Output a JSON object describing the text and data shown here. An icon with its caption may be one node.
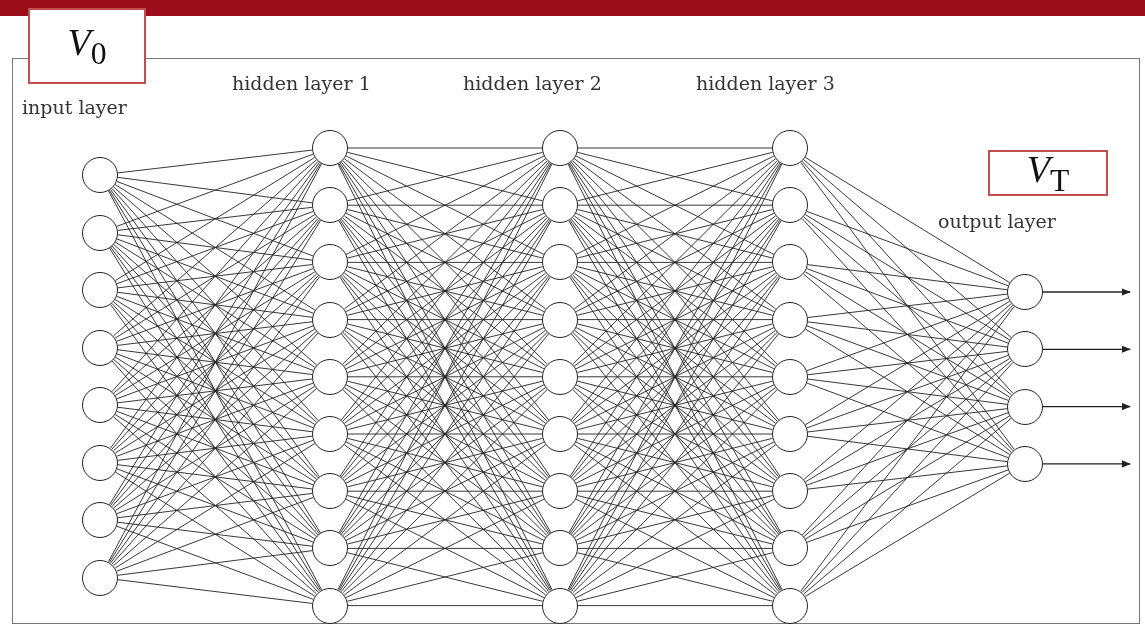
{
  "diagram": {
    "nodes": [
      {
        "text": [
          "*V*$_{0}$"
        ]
      },
      {
        "text": [
          "*V*$_{T}$"
        ]
      },
      {
        "text": [],
        "shape": "circle"
      },
      {
        "text": [],
        "shape": "circle"
      },
      {
        "text": [],
        "shape": "circle"
      },
      {
        "text": [],
        "shape": "circle"
      },
      {
        "text": [],
        "shape": "circle"
      },
      {
        "text": [],
        "shape": "circle"
      },
      {
        "text": [],
        "shape": "circle"
      },
      {
        "text": [],
        "shape": "circle"
      },
      {
        "text": [],
        "shape": "circle"
      },
      {
        "text": [],
        "shape": "circle"
      },
      {
        "text": [],
        "shape": "circle"
      },
      {
        "text": [],
        "shape": "circle"
      },
      {
        "text": [],
        "shape": "circle"
      },
      {
        "text": [],
        "shape": "circle"
      },
      {
        "text": [],
        "shape": "circle"
      },
      {
        "text": [],
        "shape": "circle"
      },
      {
        "text": [],
        "shape": "circle"
      },
      {
        "text": [],
        "shape": "circle"
      },
      {
        "text": [],
        "shape": "circle"
      },
      {
        "text": [],
        "shape": "circle"
      },
      {
        "text": [],
        "shape": "circle"
      },
      {
        "text": [],
        "shape": "circle"
      },
      {
        "text": [],
        "shape": "circle"
      },
      {
        "text": [],
        "shape": "circle"
      },
      {
        "text": [],
        "shape": "circle"
      },
      {
        "text": [],
        "shape": "circle"
      },
      {
        "text": [],
        "shape": "circle"
      },
      {
        "text": [],
        "shape": "circle"
      },
      {
        "text": [],
        "shape": "circle"
      },
      {
        "text": [],
        "shape": "circle"
      },
      {
        "text": [],
        "shape": "circle"
      },
      {
        "text": [],
        "shape": "circle"
      },
      {
        "text": [],
        "shape": "circle"
      },
      {
        "text": [],
        "shape": "circle"
      },
      {
        "text": [],
        "shape": "circle"
      },
      {
        "text": [],
        "shape": "circle"
      },
      {
        "text": [],
        "shape": "circle"
      },
      {
        "text": [],
        "shape": "circle"
      },
      {
        "text": [],
        "shape": "circle"
      }
    ],
    "edges": [
      {
        "from": 2,
        "to": 10,
        "arrow": "none"
      },
      {
        "from": 2,
        "to": 11,
        "arrow": "none"
      },
      {
        "from": 2,
        "to": 12,
        "arrow": "none"
      },
      {
        "from": 2,
        "to": 13,
        "arrow": "none"
      },
      {
        "from": 2,
        "to": 14,
        "arrow": "none"
      },
      {
        "from": 2,
        "to": 15,
        "arrow": "none"
      },
      {
        "from": 2,
        "to": 16,
        "arrow": "none"
      },
      {
        "from": 2,
        "to": 17,
        "arrow": "none"
      },
      {
        "from": 2,
        "to": 18,
        "arrow": "none"
      },
      {
        "from": 3,
        "to": 10,
        "arrow": "none"
      },
      {
        "from": 3,
        "to": 11,
        "arrow": "none"
      },
      {
        "from": 3,
        "to": 12,
        "arrow": "none"
      },
      {
        "from": 3,
        "to": 13,
        "arrow": "none"
      },
      {
        "from": 3,
        "to": 14,
        "arrow": "none"
      },
      {
        "from": 3,
        "to": 15,
        "arrow": "none"
      },
      {
        "from": 3,
        "to": 16,
        "arrow": "none"
      },
      {
        "from": 3,
        "to": 17,
        "arrow": "none"
      },
      {
        "from": 3,
        "to": 18,
        "arrow": "none"
      },
      {
        "from": 4,
        "to": 10,
        "arrow": "none"
      },
      {
        "from": 4,
        "to": 11,
        "arrow": "none"
      },
      {
        "from": 4,
        "to": 12,
        "arrow": "none"
      },
      {
        "from": 4,
        "to": 13,
        "arrow": "none"
      },
      {
        "from": 4,
        "to": 14,
        "arrow": "none"
      },
      {
        "from": 4,
        "to": 15,
        "arrow": "none"
      },
      {
        "from": 4,
        "to": 16,
        "arrow": "none"
      },
      {
        "from": 4,
        "to": 17,
        "arrow": "none"
      },
      {
        "from": 4,
        "to": 18,
        "arrow": "none"
      },
      {
        "from": 5,
        "to": 10,
        "arrow": "none"
      },
      {
        "from": 5,
        "to": 11,
        "arrow": "none"
      },
      {
        "from": 5,
        "to": 12,
        "arrow": "none"
      },
      {
        "from": 5,
        "to": 13,
        "arrow": "none"
      },
      {
        "from": 5,
        "to": 14,
        "arrow": "none"
      },
      {
        "from": 5,
        "to": 15,
        "arrow": "none"
      },
      {
        "from": 5,
        "to": 16,
        "arrow": "none"
      },
      {
        "from": 5,
        "to": 17,
        "arrow": "none"
      },
      {
        "from": 5,
        "to": 18,
        "arrow": "none"
      },
      {
        "from": 6,
        "to": 10,
        "arrow": "none"
      },
      {
        "from": 6,
        "to": 11,
        "arrow": "none"
      },
      {
        "from": 6,
        "to": 12,
        "arrow": "none"
      },
      {
        "from": 6,
        "to": 13,
        "arrow": "none"
      },
      {
        "from": 6,
        "to": 14,
        "arrow": "none"
      },
      {
        "from": 6,
        "to": 15,
        "arrow": "none"
      },
      {
        "from": 6,
        "to": 16,
        "arrow": "none"
      },
      {
        "from": 6,
        "to": 17,
        "arrow": "none"
      },
      {
        "from": 6,
        "to": 18,
        "arrow": "none"
      },
      {
        "from": 7,
        "to": 10,
        "arrow": "none"
      },
      {
        "from": 7,
        "to": 11,
        "arrow": "none"
      },
      {
        "from": 7,
        "to": 12,
        "arrow": "none"
      },
      {
        "from": 7,
        "to": 13,
        "arrow": "none"
      },
      {
        "from": 7,
        "to": 14,
        "arrow": "none"
      },
      {
        "from": 7,
        "to": 15,
        "arrow": "none"
      },
      {
        "from": 7,
        "to": 16,
        "arrow": "none"
      },
      {
        "from": 7,
        "to": 17,
        "arrow": "none"
      },
      {
        "from": 7,
        "to": 18,
        "arrow": "none"
      },
      {
        "from": 8,
        "to": 10,
        "arrow": "none"
      },
      {
        "from": 8,
        "to": 11,
        "arrow": "none"
      },
      {
        "from": 8,
        "to": 12,
        "arrow": "none"
      },
      {
        "from": 8,
        "to": 13,
        "arrow": "none"
      },
      {
        "from": 8,
        "to": 14,
        "arrow": "none"
      },
      {
        "from": 8,
        "to": 15,
        "arrow": "none"
      },
      {
        "from": 8,
        "to": 16,
        "arrow": "none"
      },
      {
        "from": 8,
        "to": 17,
        "arrow": "none"
      },
      {
        "from": 8,
        "to": 18,
        "arrow": "none"
      },
      {
        "from": 9,
        "to": 10,
        "arrow": "none"
      },
      {
        "from": 9,
        "to": 11,
        "arrow": "none"
      },
      {
        "from": 9,
        "to": 12,
        "arrow": "none"
      },
      {
        "from": 9,
        "to": 13,
        "arrow": "none"
      },
      {
        "from": 9,
        "to": 14,
        "arrow": "none"
      },
      {
        "from": 9,
        "to": 15,
        "arrow": "none"
      },
      {
        "from": 9,
        "to": 16,
        "arrow": "none"
      },
      {
        "from": 9,
        "to": 17,
        "arrow": "none"
      },
      {
        "from": 9,
        "to": 18,
        "arrow": "none"
      },
      {
        "from": 10,
        "to": 19,
        "arrow": "none"
      },
      {
        "from": 10,
        "to": 20,
        "arrow": "none"
      },
      {
        "from": 10,
        "to": 21,
        "arrow": "none"
      },
      {
        "from": 10,
        "to": 22,
        "arrow": "none"
      },
      {
        "from": 10,
        "to": 23,
        "arrow": "none"
      },
      {
        "from": 10,
        "to": 24,
        "arrow": "none"
      },
      {
        "from": 10,
        "to": 25,
        "arrow": "none"
      },
      {
        "from": 10,
        "to": 26,
        "arrow": "none"
      },
      {
        "from": 10,
        "to": 27,
        "arrow": "none"
      },
      {
        "from": 11,
        "to": 19,
        "arrow": "none"
      },
      {
        "from": 11,
        "to": 20,
        "arrow": "none"
      },
      {
        "from": 11,
        "to": 21,
        "arrow": "none"
      },
      {
        "from": 11,
        "to": 22,
        "arrow": "none"
      },
      {
        "from": 11,
        "to": 23,
        "arrow": "none"
      },
      {
        "from": 11,
        "to": 24,
        "arrow": "none"
      },
      {
        "from": 11,
        "to": 25,
        "arrow": "none"
      },
      {
        "from": 11,
        "to": 26,
        "arrow": "none"
      },
      {
        "from": 11,
        "to": 27,
        "arrow": "none"
      },
      {
        "from": 12,
        "to": 19,
        "arrow": "none"
      },
      {
        "from": 12,
        "to": 20,
        "arrow": "none"
      },
      {
        "from": 12,
        "to": 21,
        "arrow": "none"
      },
      {
        "from": 12,
        "to": 22,
        "arrow": "none"
      },
      {
        "from": 12,
        "to": 23,
        "arrow": "none"
      },
      {
        "from": 12,
        "to": 24,
        "arrow": "none"
      },
      {
        "from": 12,
        "to": 25,
        "arrow": "none"
      },
      {
        "from": 12,
        "to": 26,
        "arrow": "none"
      },
      {
        "from": 12,
        "to": 27,
        "arrow": "none"
      },
      {
        "from": 13,
        "to": 19,
        "arrow": "none"
      },
      {
        "from": 13,
        "to": 20,
        "arrow": "none"
      },
      {
        "from": 13,
        "to": 21,
        "arrow": "none"
      },
      {
        "from": 13,
        "to": 22,
        "arrow": "none"
      },
      {
        "from": 13,
        "to": 23,
        "arrow": "none"
      },
      {
        "from": 13,
        "to": 24,
        "arrow": "none"
      },
      {
        "from": 13,
        "to": 25,
        "arrow": "none"
      },
      {
        "from": 13,
        "to": 26,
        "arrow": "none"
      },
      {
        "from": 13,
        "to": 27,
        "arrow": "none"
      },
      {
        "from": 14,
        "to": 19,
        "arrow": "none"
      },
      {
        "from": 14,
        "to": 20,
        "arrow": "none"
      },
      {
        "from": 14,
        "to": 21,
        "arrow": "none"
      },
      {
        "from": 14,
        "to": 22,
        "arrow": "none"
      },
      {
        "from": 14,
        "to": 23,
        "arrow": "none"
      },
      {
        "from": 14,
        "to": 24,
        "arrow": "none"
      },
      {
        "from": 14,
        "to": 25,
        "arrow": "none"
      },
      {
        "from": 14,
        "to": 26,
        "arrow": "none"
      },
      {
        "from": 14,
        "to": 27,
        "arrow": "none"
      },
      {
        "from": 15,
        "to": 19,
        "arrow": "none"
      },
      {
        "from": 15,
        "to": 20,
        "arrow": "none"
      },
      {
        "from": 15,
        "to": 21,
        "arrow": "none"
      },
      {
        "from": 15,
        "to": 22,
        "arrow": "none"
      },
      {
        "from": 15,
        "to": 23,
        "arrow": "none"
      },
      {
        "from": 15,
        "to": 24,
        "arrow": "none"
      },
      {
        "from": 15,
        "to": 25,
        "arrow": "none"
      },
      {
        "from": 15,
        "to": 26,
        "arrow": "none"
      },
      {
        "from": 15,
        "to": 27,
        "arrow": "none"
      },
      {
        "from": 16,
        "to": 19,
        "arrow": "none"
      },
      {
        "from": 16,
        "to": 20,
        "arrow": "none"
      },
      {
        "from": 16,
        "to": 21,
        "arrow": "none"
      },
      {
        "from": 16,
        "to": 22,
        "arrow": "none"
      },
      {
        "from": 16,
        "to": 23,
        "arrow": "none"
      },
      {
        "from": 16,
        "to": 24,
        "arrow": "none"
      },
      {
        "from": 16,
        "to": 25,
        "arrow": "none"
      },
      {
        "from": 16,
        "to": 26,
        "arrow": "none"
      },
      {
        "from": 16,
        "to": 27,
        "arrow": "none"
      },
      {
        "from": 17,
        "to": 19,
        "arrow": "none"
      },
      {
        "from": 17,
        "to": 20,
        "arrow": "none"
      },
      {
        "from": 17,
        "to": 21,
        "arrow": "none"
      },
      {
        "from": 17,
        "to": 22,
        "arrow": "none"
      },
      {
        "from": 17,
        "to": 23,
        "arrow": "none"
      },
      {
        "from": 17,
        "to": 24,
        "arrow": "none"
      },
      {
        "from": 17,
        "to": 25,
        "arrow": "none"
      },
      {
        "from": 17,
        "to": 26,
        "arrow": "none"
      },
      {
        "from": 17,
        "to": 27,
        "arrow": "none"
      },
      {
        "from": 18,
        "to": 19,
        "arrow": "none"
      },
      {
        "from": 18,
        "to": 20,
        "arrow": "none"
      },
      {
        "from": 18,
        "to": 21,
        "arrow": "none"
      },
      {
        "from": 18,
        "to": 22,
        "arrow": "none"
      },
      {
        "from": 18,
        "to": 23,
        "arrow": "none"
      },
      {
        "from": 18,
        "to": 24,
        "arrow": "none"
      },
      {
        "from": 18,
        "to": 25,
        "arrow": "none"
      },
      {
        "from": 18,
        "to": 26,
        "arrow": "none"
      },
      {
        "from": 18,
        "to": 27,
        "arrow": "none"
      },
      {
        "from": 19,
        "to": 28,
        "arrow": "none"
      },
      {
        "from": 19,
        "to": 29,
        "arrow": "none"
      },
      {
        "from": 19,
        "to": 30,
        "arrow": "none"
      },
      {
        "from": 19,
        "to": 31,
        "arrow": "none"
      },
      {
        "from": 19,
        "to": 32,
        "arrow": "none"
      },
      {
        "from": 19,
        "to": 33,
        "arrow": "none"
      },
      {
        "from": 19,
        "to": 34,
        "arrow": "none"
      },
      {
        "from": 19,
        "to": 35,
        "arrow": "none"
      },
      {
        "from": 19,
        "to": 36,
        "arrow": "none"
      },
      {
        "from": 20,
        "to": 28,
        "arrow": "none"
      },
      {
        "from": 20,
        "to": 29,
        "arrow": "none"
      },
      {
        "from": 20,
        "to": 30,
        "arrow": "none"
      },
      {
        "from": 20,
        "to": 31,
        "arrow": "none"
      },
      {
        "from": 20,
        "to": 32,
        "arrow": "none"
      },
      {
        "from": 20,
        "to": 33,
        "arrow": "none"
      },
      {
        "from": 20,
        "to": 34,
        "arrow": "none"
      },
      {
        "from": 20,
        "to": 35,
        "arrow": "none"
      },
      {
        "from": 20,
        "to": 36,
        "arrow": "none"
      },
      {
        "from": 21,
        "to": 28,
        "arrow": "none"
      },
      {
        "from": 21,
        "to": 29,
        "arrow": "none"
      },
      {
        "from": 21,
        "to": 30,
        "arrow": "none"
      },
      {
        "from": 21,
        "to": 31,
        "arrow": "none"
      },
      {
        "from": 21,
        "to": 32,
        "arrow": "none"
      },
      {
        "from": 21,
        "to": 33,
        "arrow": "none"
      },
      {
        "from": 21,
        "to": 34,
        "arrow": "none"
      },
      {
        "from": 21,
        "to": 35,
        "arrow": "none"
      },
      {
        "from": 21,
        "to": 36,
        "arrow": "none"
      },
      {
        "from": 22,
        "to": 28,
        "arrow": "none"
      },
      {
        "from": 22,
        "to": 29,
        "arrow": "none"
      },
      {
        "from": 22,
        "to": 30,
        "arrow": "none"
      },
      {
        "from": 22,
        "to": 31,
        "arrow": "none"
      },
      {
        "from": 22,
        "to": 32,
        "arrow": "none"
      },
      {
        "from": 22,
        "to": 33,
        "arrow": "none"
      },
      {
        "from": 22,
        "to": 34,
        "arrow": "none"
      },
      {
        "from": 22,
        "to": 35,
        "arrow": "none"
      },
      {
        "from": 22,
        "to": 36,
        "arrow": "none"
      },
      {
        "from": 23,
        "to": 28,
        "arrow": "none"
      },
      {
        "from": 23,
        "to": 29,
        "arrow": "none"
      },
      {
        "from": 23,
        "to": 30,
        "arrow": "none"
      },
      {
        "from": 23,
        "to": 31,
        "arrow": "none"
      },
      {
        "from": 23,
        "to": 32,
        "arrow": "none"
      },
      {
        "from": 23,
        "to": 33,
        "arrow": "none"
      },
      {
        "from": 23,
        "to": 34,
        "arrow": "none"
      },
      {
        "from": 23,
        "to": 35,
        "arrow": "none"
      },
      {
        "from": 23,
        "to": 36,
        "arrow": "none"
      },
      {
        "from": 24,
        "to": 28,
        "arrow": "none"
      },
      {
        "from": 24,
        "to": 29,
        "arrow": "none"
      },
      {
        "from": 24,
        "to": 30,
        "arrow": "none"
      },
      {
        "from": 24,
        "to": 31,
        "arrow": "none"
      },
      {
        "from": 24,
        "to": 32,
        "arrow": "none"
      },
      {
        "from": 24,
        "to": 33,
        "arrow": "none"
      },
      {
        "from": 24,
        "to": 34,
        "arrow": "none"
      },
      {
        "from": 24,
        "to": 35,
        "arrow": "none"
      },
      {
        "from": 24,
        "to": 36,
        "arrow": "none"
      },
      {
        "from": 25,
        "to": 28,
        "arrow": "none"
      },
      {
        "from": 25,
        "to": 29,
        "arrow": "none"
      },
      {
        "from": 25,
        "to": 30,
        "arrow": "none"
      },
      {
        "from": 25,
        "to": 31,
        "arrow": "none"
      },
      {
        "from": 25,
        "to": 32,
        "arrow": "none"
      },
      {
        "from": 25,
        "to": 33,
        "arrow": "none"
      },
      {
        "from": 25,
        "to": 34,
        "arrow": "none"
      },
      {
        "from": 25,
        "to": 35,
        "arrow": "none"
      },
      {
        "from": 25,
        "to": 36,
        "arrow": "none"
      },
      {
        "from": 26,
        "to": 28,
        "arrow": "none"
      },
      {
        "from": 26,
        "to": 29,
        "arrow": "none"
      },
      {
        "from": 26,
        "to": 30,
        "arrow": "none"
      },
      {
        "from": 26,
        "to": 31,
        "arrow": "none"
      },
      {
        "from": 26,
        "to": 32,
        "arrow": "none"
      },
      {
        "from": 26,
        "to": 33,
        "arrow": "none"
      },
      {
        "from": 26,
        "to": 34,
        "arrow": "none"
      },
      {
        "from": 26,
        "to": 35,
        "arrow": "none"
      },
      {
        "from": 26,
        "to": 36,
        "arrow": "none"
      },
      {
        "from": 27,
        "to": 28,
        "arrow": "none"
      },
      {
        "from": 27,
        "to": 29,
        "arrow": "none"
      },
      {
        "from": 27,
        "to": 30,
        "arrow": "none"
      },
      {
        "from": 27,
        "to": 31,
        "arrow": "none"
      },
      {
        "from": 27,
        "to": 32,
        "arrow": "none"
      },
      {
        "from": 27,
        "to": 33,
        "arrow": "none"
      },
      {
        "from": 27,
        "to": 34,
        "arrow": "none"
      },
      {
        "from": 27,
        "to": 35,
        "arrow": "none"
      },
      {
        "from": 27,
        "to": 36,
        "arrow": "none"
      },
      {
        "from": 28,
        "to": 37,
        "arrow": "none"
      },
      {
        "from": 28,
        "to": 38,
        "arrow": "none"
      },
      {
        "from": 28,
        "to": 39,
        "arrow": "none"
      },
      {
        "from": 28,
        "to": 40,
        "arrow": "none"
      },
      {
        "from": 29,
        "to": 37,
        "arrow": "none"
      },
      {
        "from": 29,
        "to": 38,
        "arrow": "none"
      },
      {
        "from": 29,
        "to": 39,
        "arrow": "none"
      },
      {
        "from": 29,
        "to": 40,
        "arrow": "none"
      },
      {
        "from": 30,
        "to": 37,
        "arrow": "none"
      },
      {
        "from": 30,
        "to": 38,
        "arrow": "none"
      },
      {
        "from": 30,
        "to": 39,
        "arrow": "none"
      },
      {
        "from": 30,
        "to": 40,
        "arrow": "none"
      },
      {
        "from": 31,
        "to": 37,
        "arrow": "none"
      },
      {
        "from": 31,
        "to": 38,
        "arrow": "none"
      },
      {
        "from": 31,
        "to": 39,
        "arrow": "none"
      },
      {
        "from": 31,
        "to": 40,
        "arrow": "none"
      },
      {
        "from": 32,
        "to": 37,
        "arrow": "none"
      },
      {
        "from": 32,
        "to": 38,
        "arrow": "none"
      },
      {
        "from": 32,
        "to": 39,
        "arrow": "none"
      },
      {
        "from": 32,
        "to": 40,
        "arrow": "none"
      },
      {
        "from": 33,
        "to": 37,
        "arrow": "none"
      },
      {
        "from": 33,
        "to": 38,
        "arrow": "none"
      },
      {
        "from": 33,
        "to": 39,
        "arrow": "none"
      },
      {
        "from": 33,
        "to": 40,
        "arrow": "none"
      },
      {
        "from": 34,
        "to": 37,
        "arrow": "none"
      },
      {
        "from": 34,
        "to": 38,
        "arrow": "none"
      },
      {
        "from": 34,
        "to": 39,
        "arrow": "none"
      },
      {
        "from": 34,
        "to": 40,
        "arrow": "none"
      },
      {
        "from": 35,
        "to": 37,
        "arrow": "none"
      },
      {
        "from": 35,
        "to": 38,
        "arrow": "none"
      },
      {
        "from": 35,
        "to": 39,
        "arrow": "none"
      },
      {
        "from": 35,
        "to": 40,
        "arrow": "none"
      },
      {
        "from": 36,
        "to": 37,
        "arrow": "none"
      },
      {
        "from": 36,
        "to": 38,
        "arrow": "none"
      },
      {
        "from": 36,
        "to": 39,
        "arrow": "none"
      },
      {
        "from": 36,
        "to": 40,
        "arrow": "none"
      },
      {
        "from": 37,
        "to": null,
        "arrow": "to"
      },
      {
        "from": 38,
        "to": null,
        "arrow": "to"
      },
      {
        "from": 39,
        "to": null,
        "arrow": "to"
      },
      {
        "from": 40,
        "to": null,
        "arrow": "to"
      }
    ],
    "labels": [
      "input layer",
      "hidden layer 1",
      "hidden layer 2",
      "hidden layer 3",
      "output layer"
    ]
  }
}
